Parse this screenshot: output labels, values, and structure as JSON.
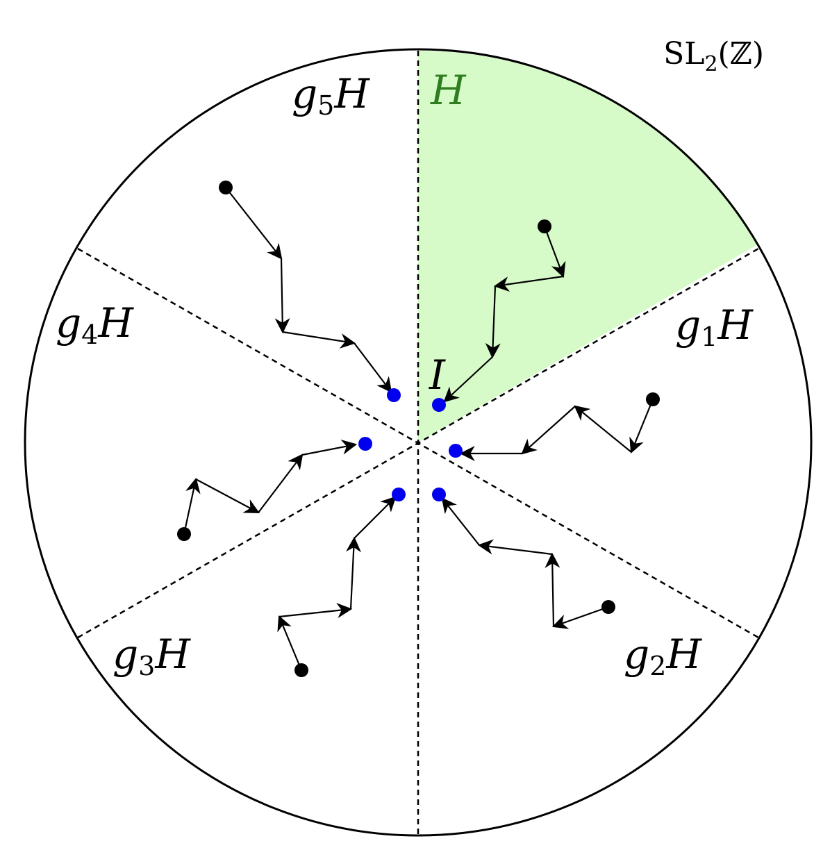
{
  "title": {
    "group": "SL",
    "subscript": "2",
    "open": "(",
    "ring": "ℤ",
    "close": ")"
  },
  "identity_label": "I",
  "subgroup": {
    "label": "H",
    "color": "#2e7d1e",
    "fill": "#d6fbc8"
  },
  "cosets": [
    {
      "letter": "g",
      "index": "1",
      "suffix": "H"
    },
    {
      "letter": "g",
      "index": "2",
      "suffix": "H"
    },
    {
      "letter": "g",
      "index": "3",
      "suffix": "H"
    },
    {
      "letter": "g",
      "index": "4",
      "suffix": "H"
    },
    {
      "letter": "g",
      "index": "5",
      "suffix": "H"
    }
  ],
  "colors": {
    "circle": "#000000",
    "dashed": "#000000",
    "start_dot": "#000000",
    "end_dot": "#0000ee"
  },
  "sectors": 6,
  "walks": 6
}
